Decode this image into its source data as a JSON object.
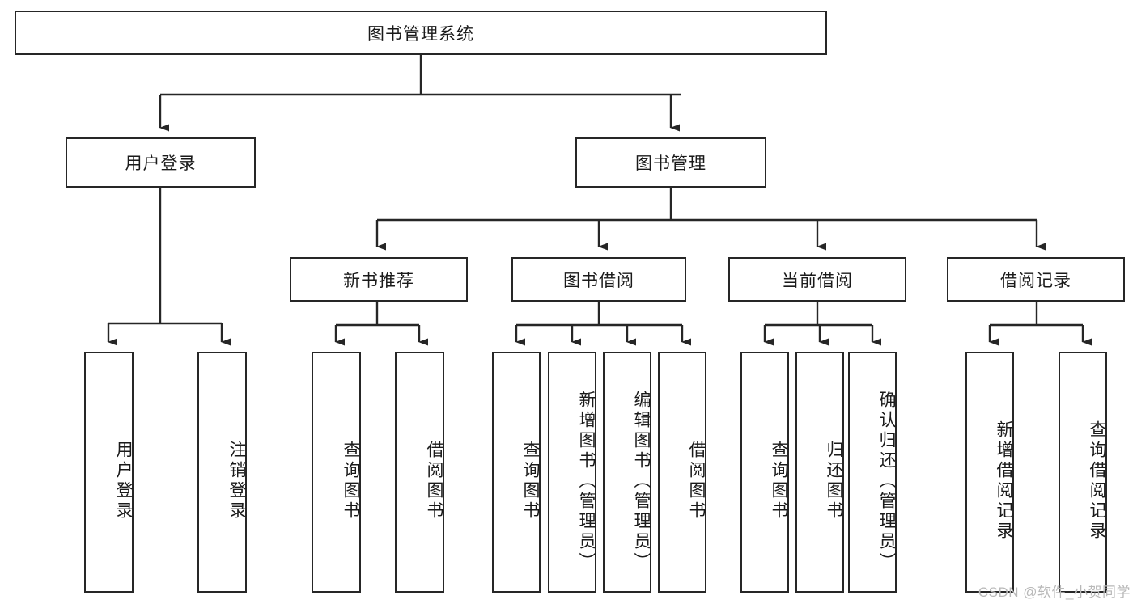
{
  "diagram": {
    "title": "图书管理系统",
    "type": "tree-hierarchy",
    "colors": {
      "stroke": "#262626",
      "fill": "#ffffff",
      "text": "#1a1a1a",
      "watermark": "#b8b8b8"
    },
    "root": {
      "label": "图书管理系统"
    },
    "level1": [
      {
        "label": "用户登录"
      },
      {
        "label": "图书管理"
      }
    ],
    "level2": [
      {
        "label": "新书推荐"
      },
      {
        "label": "图书借阅"
      },
      {
        "label": "当前借阅"
      },
      {
        "label": "借阅记录"
      }
    ],
    "leaves": [
      {
        "label": "用户登录",
        "parent": "用户登录"
      },
      {
        "label": "注销登录",
        "parent": "用户登录"
      },
      {
        "label": "查询图书",
        "parent": "新书推荐"
      },
      {
        "label": "借阅图书",
        "parent": "新书推荐"
      },
      {
        "label": "查询图书",
        "parent": "图书借阅"
      },
      {
        "label": "新增图书（管理员）",
        "parent": "图书借阅"
      },
      {
        "label": "编辑图书（管理员）",
        "parent": "图书借阅"
      },
      {
        "label": "借阅图书",
        "parent": "图书借阅"
      },
      {
        "label": "查询图书",
        "parent": "当前借阅"
      },
      {
        "label": "归还图书",
        "parent": "当前借阅"
      },
      {
        "label": "确认归还（管理员）",
        "parent": "当前借阅"
      },
      {
        "label": "新增借阅记录",
        "parent": "借阅记录"
      },
      {
        "label": "查询借阅记录",
        "parent": "借阅记录"
      }
    ]
  },
  "watermark": {
    "text": "CSDN @软件_小贺同学"
  }
}
